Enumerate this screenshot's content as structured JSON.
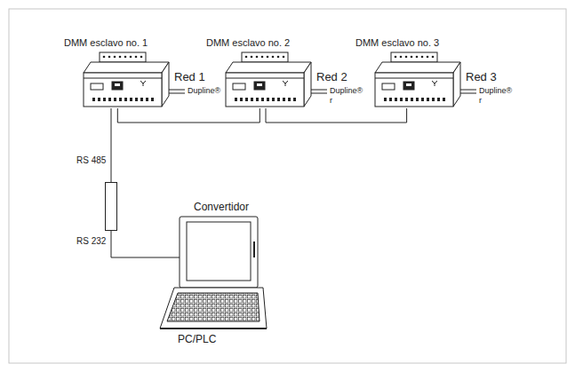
{
  "diagram": {
    "nodes": [
      {
        "text": [
          "DMM esclavo no. 1"
        ]
      },
      {
        "text": [
          "DMM esclavo no. 2"
        ]
      },
      {
        "text": [
          "DMM esclavo no. 3"
        ]
      },
      {
        "text": [
          "Convertidor"
        ]
      },
      {
        "text": [
          "PC/PLC"
        ]
      }
    ],
    "edges": [
      {
        "from": 0,
        "to": 1,
        "arrow": "none"
      },
      {
        "from": 1,
        "to": 2,
        "arrow": "none"
      },
      {
        "from": 0,
        "to": 3,
        "label": "RS 485",
        "arrow": "none"
      },
      {
        "from": 3,
        "to": 4,
        "label": "RS 232",
        "arrow": "none"
      }
    ],
    "labels": [
      "Red 1",
      "Dupline®",
      "Red 2",
      "Dupline®",
      "r",
      "Red 3",
      "Dupline®",
      "r"
    ]
  }
}
